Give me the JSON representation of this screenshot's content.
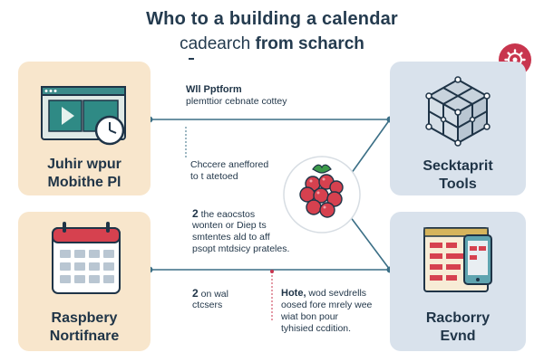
{
  "header": {
    "title": "Who to a building a calendar",
    "subtitle_prefix": "cadearch",
    "subtitle_bold": "from scharch"
  },
  "colors": {
    "cream_card": "#f8e6cc",
    "blue_card": "#d9e2ec",
    "accent_red": "#c8354e",
    "teal": "#3b6f86",
    "dark_navy": "#1f3447"
  },
  "cards": {
    "top_left": {
      "line1": "Juhir wpur",
      "line2": "Mobithe Pl",
      "icon": "video-player-clock-icon"
    },
    "bottom_left": {
      "line1": "Raspbery",
      "line2": "Nortifnare",
      "icon": "calendar-icon"
    },
    "top_right": {
      "line1": "Secktaprit",
      "line2": "Tools",
      "icon": "cube-network-icon"
    },
    "bottom_right": {
      "line1": "Racborry",
      "line2": "Evnd",
      "icon": "calendar-phone-icon"
    }
  },
  "center": {
    "icon": "raspberry-icon"
  },
  "badge": {
    "icon": "gear-icon"
  },
  "labels": {
    "top_line1": "Wll Pptform",
    "top_line2": "plemttior cebnate cottey",
    "mid_upper_line1": "Chccere aneffored",
    "mid_upper_line2": "to t atetoed",
    "mid_num": "2",
    "mid_line1": "the eaocstos",
    "mid_line2": "wonten or Diep ts",
    "mid_line3": "smtentes ald to aff",
    "mid_line4": "psopt mtdsicy prateles.",
    "bot_num": "2",
    "bot_line1": "on wal",
    "bot_line2": "ctcsers",
    "note_bold": "Hote,",
    "note_line1": "wod sevdrells",
    "note_line2": "oosed fore mrely wee",
    "note_line3": "wiat bon pour",
    "note_line4": "tyhisied ccdition."
  }
}
